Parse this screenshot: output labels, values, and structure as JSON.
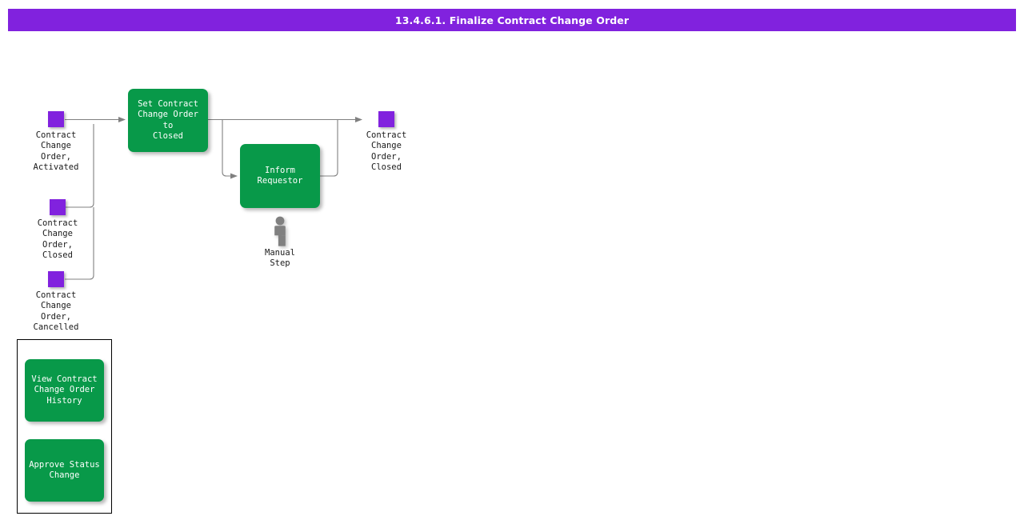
{
  "header": {
    "title": "13.4.6.1. Finalize Contract Change Order",
    "background_color": "#8122DE",
    "text_color": "#FFFFFF"
  },
  "colors": {
    "event_purple": "#8122DE",
    "task_green": "#089949",
    "edge_gray": "#808080",
    "text_dark": "#1A1A1A",
    "panel_border": "#000000"
  },
  "diagram": {
    "start_events": [
      {
        "id": "evt-cco-activated",
        "label": "Contract\nChange\nOrder,\nActivated",
        "icon": "event-square-icon"
      },
      {
        "id": "evt-cco-closed-start",
        "label": "Contract\nChange\nOrder,\nClosed",
        "icon": "event-square-icon"
      },
      {
        "id": "evt-cco-cancelled",
        "label": "Contract\nChange\nOrder,\nCancelled",
        "icon": "event-square-icon"
      }
    ],
    "tasks": [
      {
        "id": "task-set-closed",
        "label": "Set Contract\nChange Order to\nClosed"
      },
      {
        "id": "task-inform-requestor",
        "label": "Inform\nRequestor"
      }
    ],
    "end_events": [
      {
        "id": "evt-cco-closed-end",
        "label": "Contract\nChange\nOrder,\nClosed",
        "icon": "event-square-icon"
      }
    ],
    "annotations": [
      {
        "id": "manual-step",
        "label": "Manual\nStep",
        "icon": "person-icon"
      }
    ]
  },
  "legend": {
    "items": [
      {
        "id": "legend-view-history",
        "label": "View Contract\nChange Order\nHistory"
      },
      {
        "id": "legend-approve-status",
        "label": "Approve Status\nChange"
      }
    ]
  }
}
